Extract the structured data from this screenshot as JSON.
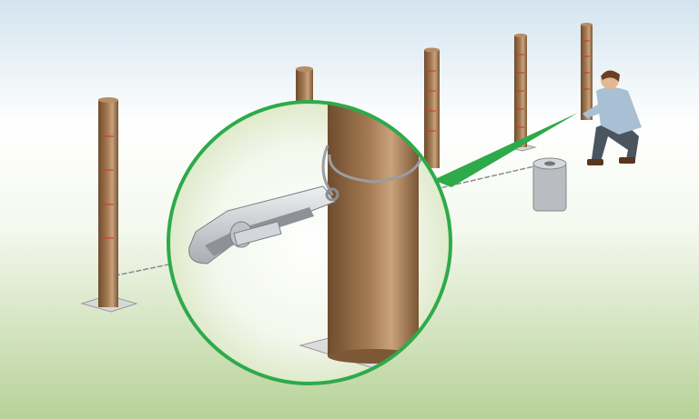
{
  "colors": {
    "sky_top": "#d6e6f0",
    "ground_bottom": "#b9d39a",
    "post": "#8a6440",
    "post_highlight": "#c9a27c",
    "marker": "#d0312d",
    "callout_green": "#2eaa4a",
    "metal": "#c9ccd0",
    "wire": "#8a8d92"
  },
  "illustration": {
    "elements": [
      "fence-post",
      "barbed-wire",
      "wire-roll",
      "worker",
      "magnified-callout",
      "wire-tensioner"
    ]
  }
}
